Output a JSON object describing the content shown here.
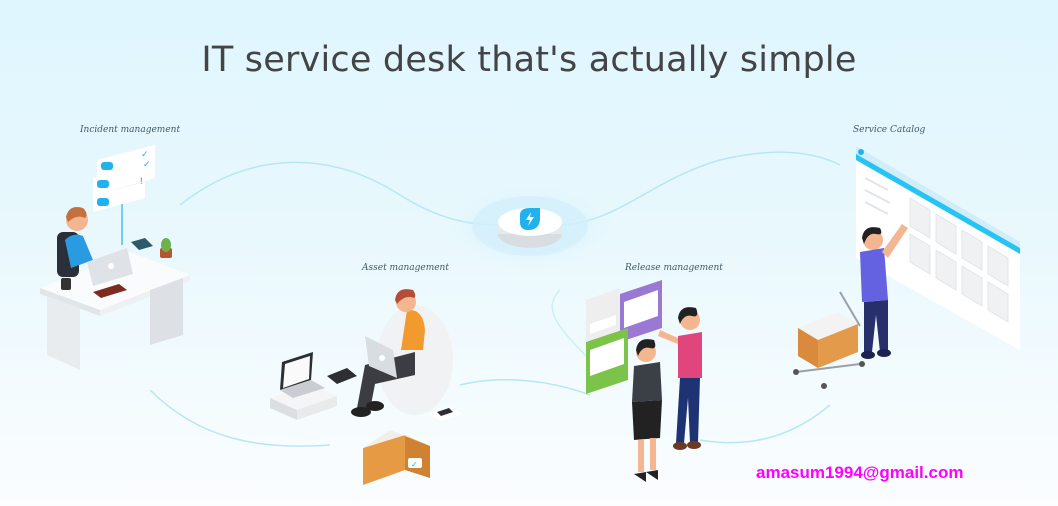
{
  "header": {
    "title": "IT service desk that's actually simple"
  },
  "hub": {
    "icon": "lightning-bolt-icon",
    "color": "#1fb2ec"
  },
  "sections": [
    {
      "id": "incident",
      "label": "Incident management"
    },
    {
      "id": "asset",
      "label": "Asset management"
    },
    {
      "id": "release",
      "label": "Release management"
    },
    {
      "id": "catalog",
      "label": "Service Catalog"
    }
  ],
  "watermark": {
    "email": "amasum1994@gmail.com",
    "color": "#ff00ff"
  },
  "colors": {
    "background": "#dff6fe",
    "title": "#444444",
    "accent": "#1fb2ec"
  }
}
